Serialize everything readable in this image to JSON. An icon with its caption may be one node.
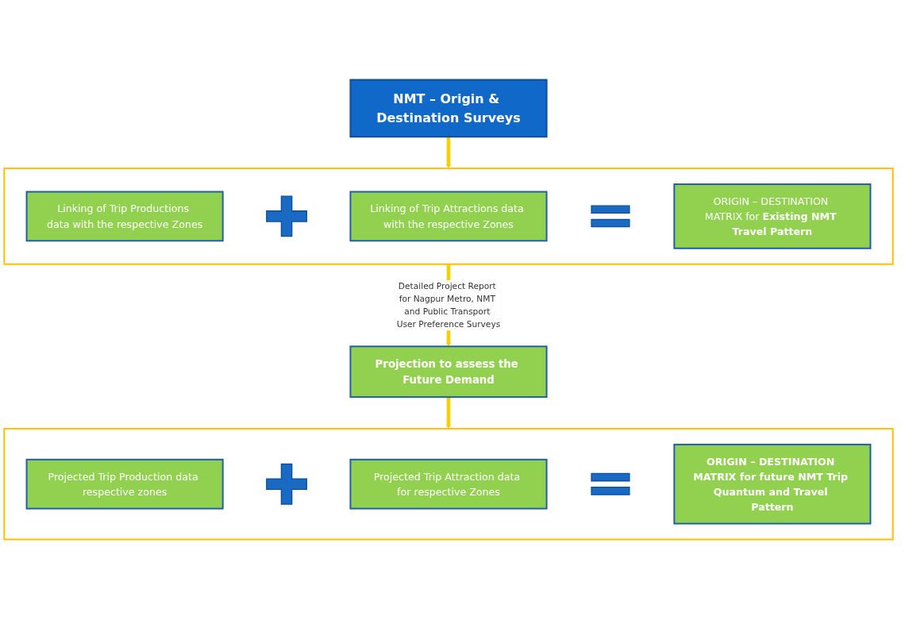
{
  "diagram": {
    "nodes": [
      {
        "text": [
          "NMT – Origin & Destination Surveys"
        ]
      },
      {
        "text": [],
        "shape": "box"
      },
      {
        "text": [
          "Linking of Trip Productions data with the respective Zones"
        ],
        "in": 1
      },
      {
        "text": [],
        "shape": "plus",
        "in": 1
      },
      {
        "text": [
          "Linking of Trip Attractions data with the respective Zones"
        ],
        "in": 1
      },
      {
        "text": [],
        "shape": "equals",
        "in": 1
      },
      {
        "text": [
          "ORIGIN – DESTINATION MATRIX for **Existing NMT Travel Pattern**"
        ],
        "in": 1
      },
      {
        "text": [
          "Projection to assess the Future Demand"
        ]
      },
      {
        "text": [],
        "shape": "box"
      },
      {
        "text": [
          "Projected Trip Production data respective zones"
        ],
        "in": 8
      },
      {
        "text": [],
        "shape": "plus",
        "in": 8
      },
      {
        "text": [
          "Projected Trip Attraction data for respective Zones"
        ],
        "in": 8
      },
      {
        "text": [],
        "shape": "equals",
        "in": 8
      },
      {
        "text": [
          "ORIGIN – DESTINATION MATRIX for future NMT Trip Quantum and Travel Pattern"
        ],
        "in": 8
      }
    ],
    "edges": [
      {
        "from": 0,
        "to": 1,
        "arrow": "to"
      },
      {
        "from": 1,
        "to": 7,
        "arrow": "to",
        "label": "Detailed Project Report for Nagpur Metro, NMT and Public Transport User Preference Surveys"
      },
      {
        "from": 7,
        "to": 8,
        "arrow": "to"
      }
    ]
  }
}
